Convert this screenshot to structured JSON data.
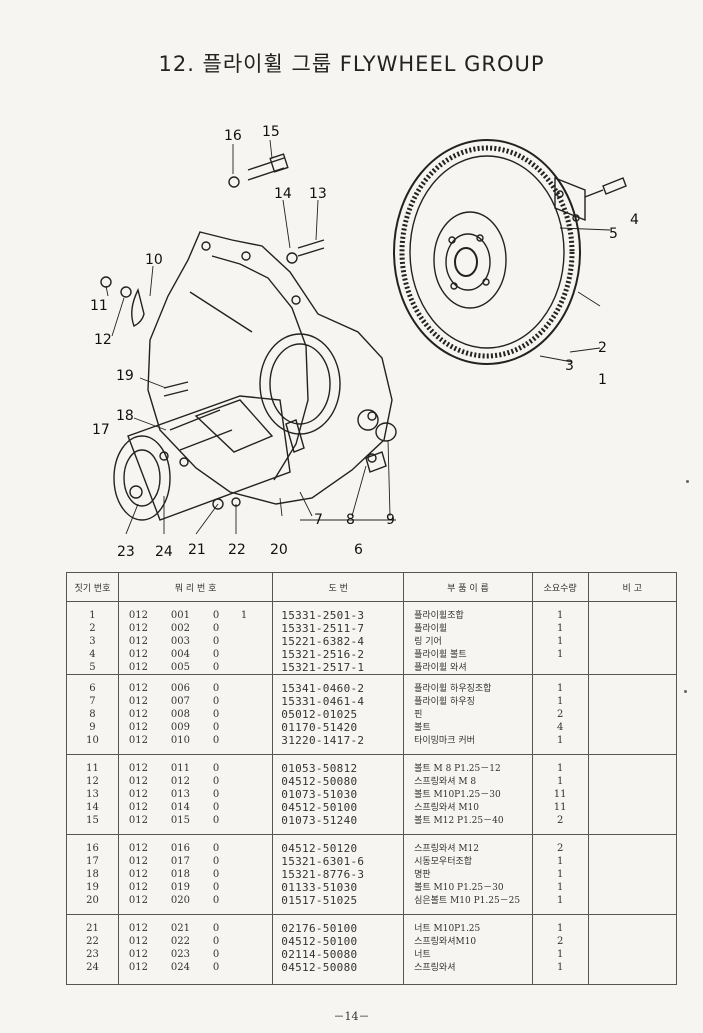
{
  "title": "12. 플라이휠 그룹 FLYWHEEL GROUP",
  "diagram": {
    "callouts": [
      "16",
      "15",
      "14",
      "13",
      "10",
      "11",
      "12",
      "19",
      "18",
      "17",
      "23",
      "24",
      "21",
      "22",
      "20",
      "7",
      "8",
      "9",
      "6",
      "4",
      "5",
      "2",
      "3",
      "1"
    ]
  },
  "table": {
    "headers": {
      "no": "짓기 번호",
      "code": "뭐 리 번 호",
      "part": "도 번",
      "name": "부 품 이 름",
      "qty": "소요수량",
      "remarks": "비 고"
    },
    "groups": [
      {
        "rows": [
          {
            "no": "1",
            "c1": "012",
            "c2": "001",
            "c3": "0",
            "c4": "1",
            "part": "15331-2501-3",
            "name": "플라이휠조합",
            "qty": "1"
          },
          {
            "no": "2",
            "c1": "012",
            "c2": "002",
            "c3": "0",
            "c4": "",
            "part": "15331-2511-7",
            "name": "플라이휠",
            "qty": "1"
          },
          {
            "no": "3",
            "c1": "012",
            "c2": "003",
            "c3": "0",
            "c4": "",
            "part": "15221-6382-4",
            "name": "링 기어",
            "qty": "1"
          },
          {
            "no": "4",
            "c1": "012",
            "c2": "004",
            "c3": "0",
            "c4": "",
            "part": "15321-2516-2",
            "name": "플라이휠 볼트",
            "qty": "1"
          },
          {
            "no": "5",
            "c1": "012",
            "c2": "005",
            "c3": "0",
            "c4": "",
            "part": "15321-2517-1",
            "name": "플라이휠 와셔",
            "qty": ""
          }
        ]
      },
      {
        "rows": [
          {
            "no": "6",
            "c1": "012",
            "c2": "006",
            "c3": "0",
            "c4": "",
            "part": "15341-0460-2",
            "name": "플라이휠 하우징조합",
            "qty": "1"
          },
          {
            "no": "7",
            "c1": "012",
            "c2": "007",
            "c3": "0",
            "c4": "",
            "part": "15331-0461-4",
            "name": "플라이휠 하우징",
            "qty": "1"
          },
          {
            "no": "8",
            "c1": "012",
            "c2": "008",
            "c3": "0",
            "c4": "",
            "part": "05012-01025",
            "name": "핀",
            "qty": "2"
          },
          {
            "no": "9",
            "c1": "012",
            "c2": "009",
            "c3": "0",
            "c4": "",
            "part": "01170-51420",
            "name": "볼트",
            "qty": "4"
          },
          {
            "no": "10",
            "c1": "012",
            "c2": "010",
            "c3": "0",
            "c4": "",
            "part": "31220-1417-2",
            "name": "타이밍마크 커버",
            "qty": "1"
          }
        ]
      },
      {
        "rows": [
          {
            "no": "11",
            "c1": "012",
            "c2": "011",
            "c3": "0",
            "c4": "",
            "part": "01053-50812",
            "name": "볼트 M 8 P1.25－12",
            "qty": "1"
          },
          {
            "no": "12",
            "c1": "012",
            "c2": "012",
            "c3": "0",
            "c4": "",
            "part": "04512-50080",
            "name": "스프링와셔 M 8",
            "qty": "1"
          },
          {
            "no": "13",
            "c1": "012",
            "c2": "013",
            "c3": "0",
            "c4": "",
            "part": "01073-51030",
            "name": "볼트 M10P1.25－30",
            "qty": "11"
          },
          {
            "no": "14",
            "c1": "012",
            "c2": "014",
            "c3": "0",
            "c4": "",
            "part": "04512-50100",
            "name": "스프링와셔 M10",
            "qty": "11"
          },
          {
            "no": "15",
            "c1": "012",
            "c2": "015",
            "c3": "0",
            "c4": "",
            "part": "01073-51240",
            "name": "볼트 M12 P1.25－40",
            "qty": "2"
          }
        ]
      },
      {
        "rows": [
          {
            "no": "16",
            "c1": "012",
            "c2": "016",
            "c3": "0",
            "c4": "",
            "part": "04512-50120",
            "name": "스프링와셔 M12",
            "qty": "2"
          },
          {
            "no": "17",
            "c1": "012",
            "c2": "017",
            "c3": "0",
            "c4": "",
            "part": "15321-6301-6",
            "name": "시동모우터조합",
            "qty": "1"
          },
          {
            "no": "18",
            "c1": "012",
            "c2": "018",
            "c3": "0",
            "c4": "",
            "part": "15321-8776-3",
            "name": "명판",
            "qty": "1"
          },
          {
            "no": "19",
            "c1": "012",
            "c2": "019",
            "c3": "0",
            "c4": "",
            "part": "01133-51030",
            "name": "볼트 M10 P1.25－30",
            "qty": "1"
          },
          {
            "no": "20",
            "c1": "012",
            "c2": "020",
            "c3": "0",
            "c4": "",
            "part": "01517-51025",
            "name": "심은볼트 M10 P1.25－25",
            "qty": "1"
          }
        ]
      },
      {
        "rows": [
          {
            "no": "21",
            "c1": "012",
            "c2": "021",
            "c3": "0",
            "c4": "",
            "part": "02176-50100",
            "name": "너트 M10P1.25",
            "qty": "1"
          },
          {
            "no": "22",
            "c1": "012",
            "c2": "022",
            "c3": "0",
            "c4": "",
            "part": "04512-50100",
            "name": "스프링와셔M10",
            "qty": "2"
          },
          {
            "no": "23",
            "c1": "012",
            "c2": "023",
            "c3": "0",
            "c4": "",
            "part": "02114-50080",
            "name": "너트",
            "qty": "1"
          },
          {
            "no": "24",
            "c1": "012",
            "c2": "024",
            "c3": "0",
            "c4": "",
            "part": "04512-50080",
            "name": "스프링와셔",
            "qty": "1"
          }
        ]
      }
    ]
  },
  "footer": {
    "page_number": "－14－"
  }
}
